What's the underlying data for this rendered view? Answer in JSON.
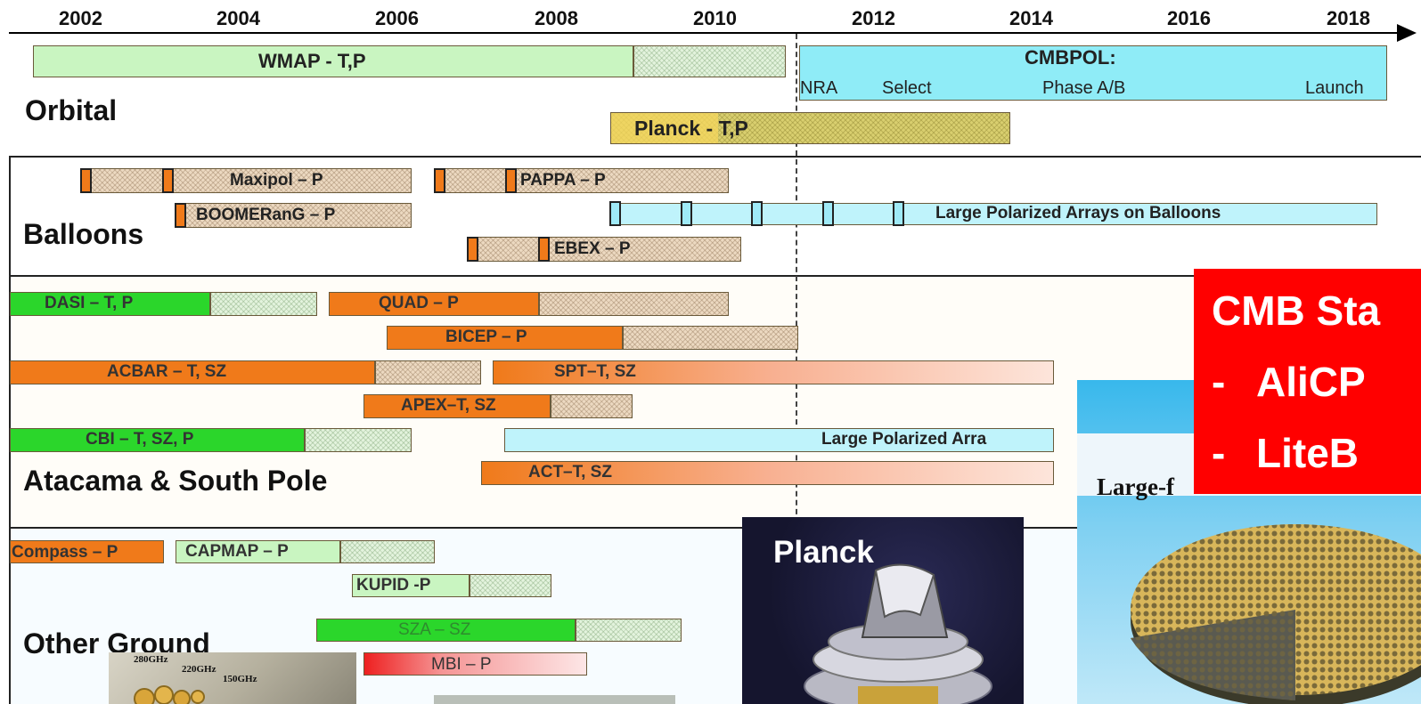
{
  "years": [
    "2002",
    "2004",
    "2006",
    "2008",
    "2010",
    "2012",
    "2014",
    "2016",
    "2018"
  ],
  "sections": {
    "orbital": "Orbital",
    "balloons": "Balloons",
    "atacama": "Atacama & South Pole",
    "other": "Other Ground"
  },
  "bars": {
    "wmap": "WMAP - T,P",
    "cmbpol": "CMBPOL:",
    "cmbpol_nra": "NRA",
    "cmbpol_select": "Select",
    "cmbpol_phase": "Phase A/B",
    "cmbpol_launch": "Launch",
    "planck": "Planck - T,P",
    "maxipol": "Maxipol – P",
    "pappa": "PAPPA – P",
    "boomerang": "BOOMERanG – P",
    "lpab": "Large Polarized Arrays on Balloons",
    "ebex": "EBEX – P",
    "dasi": "DASI – T, P",
    "quad": "QUAD – P",
    "bicep": "BICEP – P",
    "acbar": "ACBAR – T, SZ",
    "spt": "SPT–T, SZ",
    "apex": "APEX–T, SZ",
    "cbi": "CBI – T, SZ, P",
    "lpa_ground": "Large Polarized Arra",
    "act": "ACT–T, SZ",
    "compass": "Compass – P",
    "capmap": "CAPMAP – P",
    "kupid": "KUPID -P",
    "sza": "SZA – SZ",
    "mbi": "MBI – P"
  },
  "overlay": {
    "red_line1": "CMB Sta",
    "red_line2": "AliCP",
    "red_line3": "LiteB",
    "dash": "-",
    "large_label": "Large-f"
  },
  "planck_photo": {
    "label": "Planck"
  },
  "horn_photo": {
    "f1": "280GHz",
    "f2": "220GHz",
    "f3": "150GHz"
  },
  "colors": {
    "orange": "#f07a1a",
    "green": "#2bd62b",
    "cyan": "#9feaf7",
    "red_box": "#ff0000",
    "planck_bg": "#1a1a3a"
  }
}
